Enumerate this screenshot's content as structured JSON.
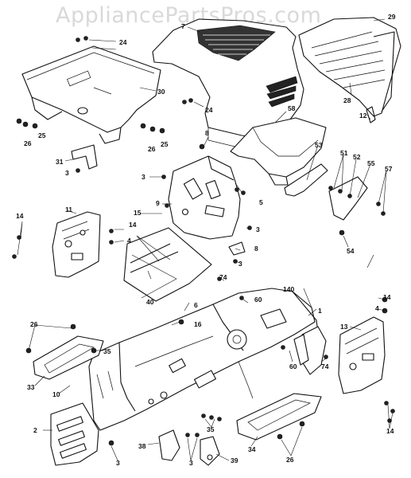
{
  "watermark": "AppliancePartsPros.com",
  "callouts": {
    "c1": "1",
    "c2": "2",
    "c3": "3",
    "c4": "4",
    "c5": "5",
    "c6": "6",
    "c7": "7",
    "c8": "8",
    "c9": "9",
    "c10": "10",
    "c11": "11",
    "c12": "12",
    "c13": "13",
    "c14": "14",
    "c15": "15",
    "c16": "16",
    "c24": "24",
    "c25": "25",
    "c26": "26",
    "c28": "28",
    "c29": "29",
    "c30": "30",
    "c31": "31",
    "c33": "33",
    "c34": "34",
    "c35": "35",
    "c38": "38",
    "c39": "39",
    "c40": "40",
    "c51": "51",
    "c52": "52",
    "c53": "53",
    "c54": "54",
    "c55": "55",
    "c57": "57",
    "c58": "58",
    "c60": "60",
    "c74": "74",
    "c140": "140"
  }
}
